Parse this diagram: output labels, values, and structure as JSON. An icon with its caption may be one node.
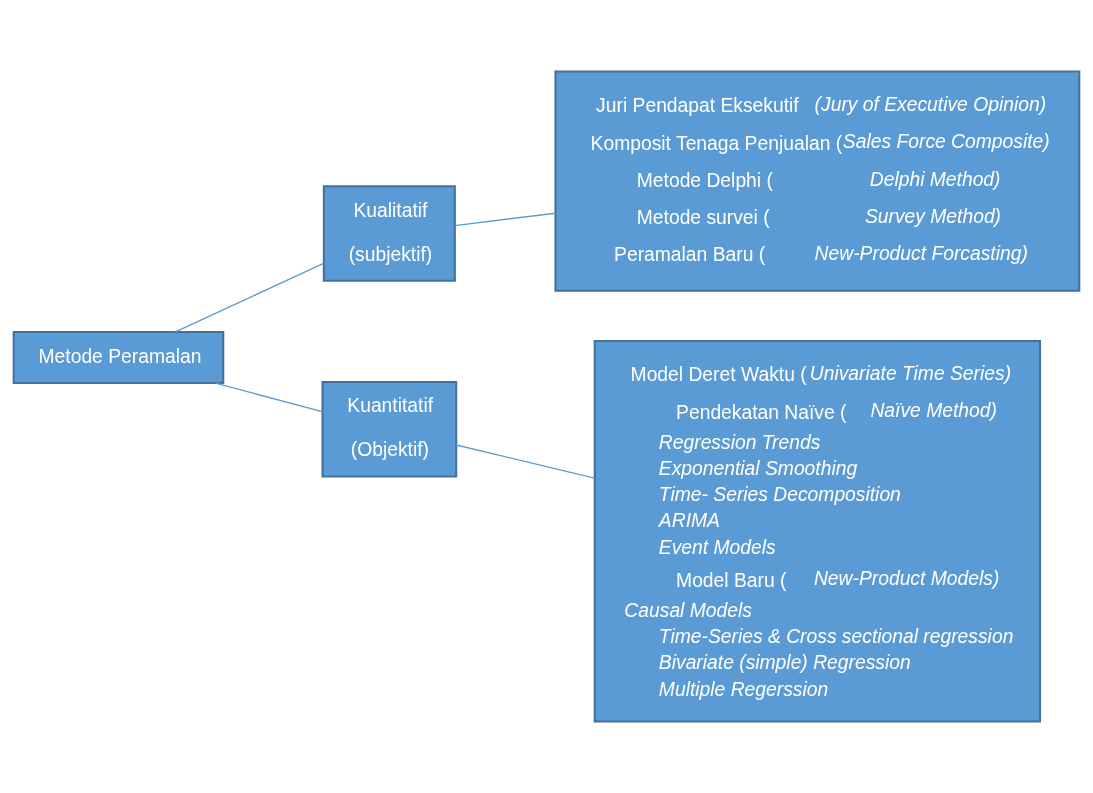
{
  "diagram": {
    "nodes": [
      {
        "text": [
          "Metode Peramalan"
        ]
      },
      {
        "text": [
          "Kualitatif",
          "(subjektif)"
        ]
      },
      {
        "text": [
          "Kuantitatif",
          "(Objektif)"
        ]
      },
      {
        "text": [
          "Juri Pendapat Eksekutif *(Jury of Executive Opinion)*",
          "Komposit Tenaga Penjualan (*Sales Force Composite)*",
          "Metode Delphi (*Delphi Method)*",
          "Metode survei (*Survey Method)*",
          "Peramalan Baru (*New-Product Forcasting)*"
        ]
      },
      {
        "text": [
          "Model Deret Waktu (*Univariate Time Series)*",
          "Pendekatan Naïve (*Naïve Method)*",
          "*Regression Trends*",
          "*Exponential Smoothing*",
          "*Time- Series Decomposition*",
          "*ARIMA*",
          "*Event Models*",
          "Model Baru (*New-Product Models)*",
          "*Causal Models*",
          "*Time-Series & Cross sectional regression*",
          "*Bivariate (simple) Regression*",
          "*Multiple Regerssion*"
        ]
      }
    ],
    "edges": [
      {
        "from": 0,
        "to": 1,
        "arrow": "none"
      },
      {
        "from": 0,
        "to": 2,
        "arrow": "none"
      },
      {
        "from": 1,
        "to": 3,
        "arrow": "none"
      },
      {
        "from": 2,
        "to": 4,
        "arrow": "none"
      }
    ]
  }
}
